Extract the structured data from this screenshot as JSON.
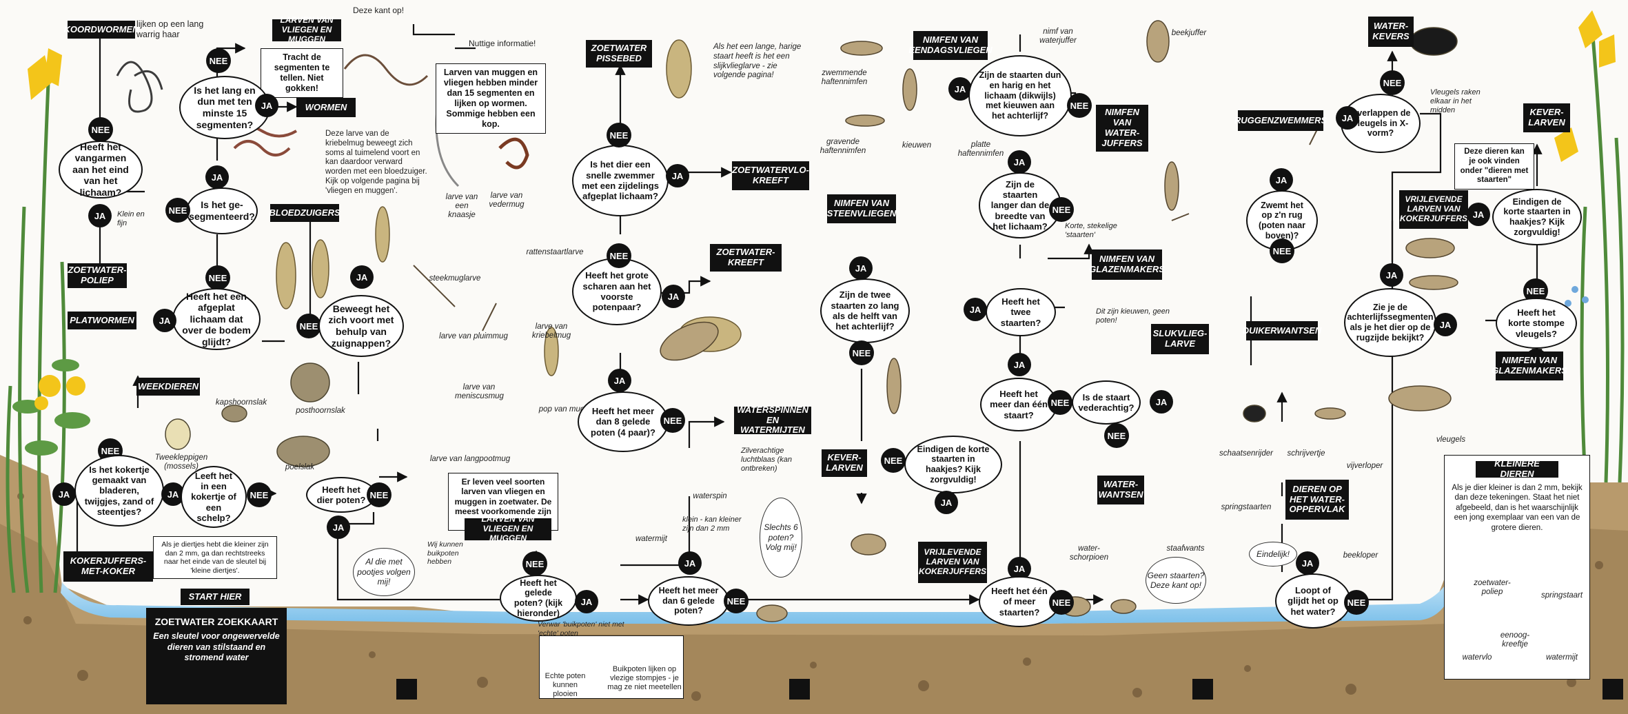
{
  "colors": {
    "water": "#8ec9ec",
    "soil": "#b89a6c",
    "soil_dark": "#7a6140",
    "ink": "#111111",
    "paper": "#fbfaf7",
    "plant": "#4f8a3a",
    "flower": "#f3c51a"
  },
  "diagram": {
    "badges": {
      "ja": "JA",
      "nee": "NEE"
    },
    "questions": {
      "q_long": "Is het lang en dun met ten minste 15 segmenten?",
      "q_hooks": "Heeft het vangarmen aan het eind van het lichaam?",
      "q_segmented": "Is het ge-segmenteerd?",
      "q_flat": "Heeft het een afgeplat lichaam dat over de bodem glijdt?",
      "q_suckers": "Beweegt het zich voort met behulp van zuignappen?",
      "q_shell_case": "Is het kokertje gemaakt van bladeren, twijgjes, zand of steentjes?",
      "q_shell": "Leeft het in een kokertje of een schelp?",
      "q_legs": "Heeft het dier poten?",
      "q_jointed": "Heeft het gelede poten? (kijk hieronder)",
      "q_more6": "Heeft het meer dan 6 gelede poten?",
      "q_more8": "Heeft het meer dan 8 gelede poten (4 paar)?",
      "q_claws": "Heeft het grote scharen aan het voorste potenpaar?",
      "q_swimmer": "Is het dier een snelle zwemmer met een zijdelings afgeplat lichaam?",
      "q_tails_flat": "Zijn de staarten dun en harig en het lichaam (dikwijls) met kieuwen aan het achterlijf?",
      "q_tails_long": "Zijn de staarten langer dan de breedte van het lichaam?",
      "q_two_tails": "Heeft het twee staarten?",
      "q_half": "Zijn de twee staarten zo lang als de helft van het achterlijf?",
      "q_more_one": "Heeft het meer dan één staart?",
      "q_feathery": "Is de staart vederachtig?",
      "q_hooks_tail": "Eindigen de korte staarten in haakjes? Kijk zorgvuldig!",
      "q_one_more": "Heeft het één of meer staarten?",
      "q_back": "Zwemt het op z'n rug (poten naar boven)?",
      "q_wings": "Overlappen de vleugels in X-vorm?",
      "q_abdomen": "Zie je de achterlijfssegmenten als je het dier op de rugzijde bekijkt?",
      "q_hooks2": "Eindigen de korte staarten in haakjes? Kijk zorgvuldig!",
      "q_stumps": "Heeft het korte stompe vleugels?",
      "q_surface": "Loopt of glijdt het op het water?"
    },
    "results": {
      "koordwormen": "KOORDWORMEN",
      "larven_vliegen": "LARVEN VAN VLIEGEN EN MUGGEN",
      "wormen": "WORMEN",
      "bloedzuigers": "BLOEDZUIGERS",
      "zoetwaterpoliep": "ZOETWATER-POLIEP",
      "platwormen": "PLATWORMEN",
      "weekdieren": "WEEKDIEREN",
      "kokerjuffers_koker": "KOKERJUFFERS-MET-KOKER",
      "larven_vliegen_2": "LARVEN VAN VLIEGEN EN MUGGEN",
      "pissebed": "ZOETWATER PISSEBED",
      "vlokreeft": "ZOETWATERVLO-KREEFT",
      "kreeft": "ZOETWATER-KREEFT",
      "waterspinnen": "WATERSPINNEN EN WATERMIJTEN",
      "eendagsvliegen": "NIMFEN VAN EENDAGSVLIEGEN",
      "waterjuffers": "NIMFEN VAN WATER-JUFFERS",
      "steenvliegen": "NIMFEN VAN STEENVLIEGEN",
      "glazenmakers": "NIMFEN VAN GLAZENMAKERS",
      "slukvlieglarve": "SLUKVLIEG-LARVE",
      "keverlarven": "KEVER-LARVEN",
      "watterwantsen": "WATER-WANTSEN",
      "vrij_kokerjuffers": "VRIJLEVENDE LARVEN VAN KOKERJUFFERS",
      "ruggenzwemmers": "RUGGENZWEMMERS",
      "duikerwantsen": "DUIKERWANTSEN",
      "waterkevers": "WATER-KEVERS",
      "keverlarven_2": "KEVER-LARVEN",
      "vrij_kokerjuffers_2": "VRIJLEVENDE LARVEN VAN KOKERJUFFERS",
      "glazenmakers_2": "NIMFEN VAN GLAZENMAKERS",
      "oppervlak": "DIEREN OP HET WATER-OPPERVLAK",
      "start": "START HIER"
    },
    "notes": {
      "koord_desc": "lijken op een lang warrig haar",
      "deze_kant": "Deze kant op!",
      "nuttige": "Nuttige informatie!",
      "tracht": "Tracht de segmenten te tellen. Niet gokken!",
      "larven_info": "Larven van muggen en vliegen hebben minder dan 15 segmenten en lijken op wormen. Sommige hebben een kop.",
      "kriebelmug": "Deze larve van de kriebelmug beweegt zich soms al tuimelend voort en kan daardoor verward worden met een bloedzuiger. Kijk op volgende pagina bij 'vliegen en muggen'.",
      "klein_fijn": "Klein en fijn",
      "diertjes_klein": "Als je diertjes hebt die kleiner zijn dan 2 mm, ga dan rechtstreeks naar het einde van de sleutel bij 'kleine diertjes'.",
      "er_leven": "Er leven veel soorten larven van vliegen en muggen in zoetwater. De meest voorkomende zijn hier afgebeeld.",
      "rattenstaart": "Als het een lange, harige staart heeft is het een slijkvlieglarve - zie volgende pagina!",
      "verwar": "Verwar 'buikpoten' niet met 'echte' poten",
      "echte_poten": "Echte poten kunnen plooien",
      "buikpoten": "Buikpoten lijken op vlezige stompjes - je mag ze niet meetellen",
      "wij_kunnen": "Wij kunnen buikpoten hebben",
      "zilverachtige": "Zilverachtige luchtblaas (kan ontbreken)",
      "klein_kan": "klein - kan kleiner zijn dan 2 mm",
      "kieuwen_geen": "Dit zijn kieuwen, geen poten!",
      "korte_stekelige": "Korte, stekelige 'staarten'",
      "vleugels_raken": "Vleugels raken elkaar in het midden",
      "deze_dieren": "Deze dieren kan je ook vinden onder \"dieren met staarten\"",
      "kleinere_title": "KLEINERE DIEREN",
      "kleinere_text": "Als je dier kleiner is dan 2 mm, bekijk dan deze tekeningen. Staat het niet afgebeeld, dan is het waarschijnlijk een jong exemplaar van een van de grotere dieren."
    },
    "bubbles": {
      "al_die": "Al die met pootjes volgen mij!",
      "slechts": "Slechts 6 poten? Volg mij!",
      "geen_staarten": "Geen staarten? Deze kant op!",
      "eindelijk": "Eindelijk!"
    },
    "title_box": {
      "title": "ZOETWATER ZOEKKAART",
      "subtitle": "Een sleutel voor ongewervelde dieren van stilstaand en stromend water"
    },
    "labels": {
      "larve_knaasje": "larve van een knaasje",
      "larve_vedermug": "larve van vedermug",
      "rattenstaartlarve": "rattenstaartlarve",
      "steekmuglarve": "steekmuglarve",
      "larve_kriebelmug": "larve van kriebelmug",
      "larve_pluimmug": "larve van pluimmug",
      "larve_meniscusmug": "larve van meniscusmug",
      "pop_mug": "pop van mug",
      "larve_langpootmug": "larve van langpootmug",
      "kapshoornslak": "kapshoornslak",
      "posthoornslak": "posthoornslak",
      "poelslak": "poelslak",
      "tweekleppigen": "Tweekleppigen (mossels)",
      "waterspin": "waterspin",
      "watermijt": "watermijt",
      "zwemmende": "zwemmende haftennimfen",
      "gravende": "gravende haftennimfen",
      "kieuwen": "kieuwen",
      "platte": "platte haftennimfen",
      "nimf_waterjuffer": "nimf van waterjuffer",
      "beekjuffer": "beekjuffer",
      "waterschorpioen": "water-schorpioen",
      "staafwants": "staafwants",
      "schaatsenrijder": "schaatsenrijder",
      "schrijvertje": "schrijvertje",
      "vijverloper": "vijverloper",
      "springstaarten": "springstaarten",
      "beekloper": "beekloper",
      "vleugels": "vleugels",
      "zoetwaterpoliep_s": "zoetwater-poliep",
      "springstaart": "springstaart",
      "watervlo": "watervlo",
      "eenoogkreeftje": "eenoog-kreeftje",
      "watermijt_s": "watermijt"
    }
  }
}
